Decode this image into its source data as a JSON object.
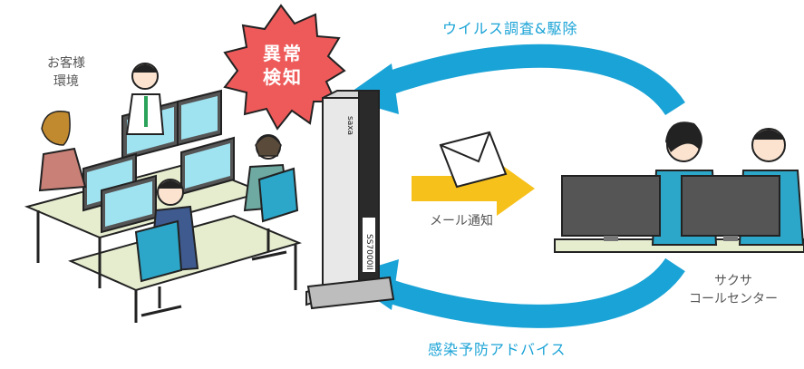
{
  "labels": {
    "top_flow": "ウイルス調査&駆除",
    "bottom_flow": "感染予防アドバイス",
    "customer_line1": "お客様",
    "customer_line2": "環境",
    "mail_notice": "メール通知",
    "center_line1": "サクサ",
    "center_line2": "コールセンター",
    "alert_line1": "異常",
    "alert_line2": "検知"
  },
  "device": {
    "brand": "saxa",
    "model": "SS7000II"
  },
  "colors": {
    "arrow_blue": "#1aa3d6",
    "alert_red": "#ee5a5a",
    "mail_arrow": "#f7c11b",
    "desk": "#e6edcf",
    "monitor_screen": "#9fe3f1",
    "chair": "#2ca7c9"
  },
  "icons": [
    "alert-burst-icon",
    "envelope-icon",
    "utm-device-icon"
  ]
}
